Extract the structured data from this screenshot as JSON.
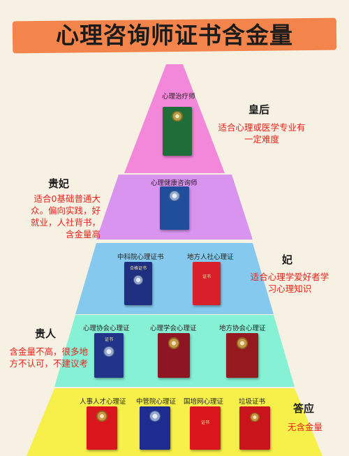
{
  "title": "心理咨询师证书含金量",
  "colors": {
    "title_band": "#f3844b",
    "tier1": "#f27ed9",
    "tier2": "#d58cf0",
    "tier3": "#7ec7ee",
    "tier4": "#7ff0d4",
    "tier5": "#f7ef42",
    "desc_text": "#e8231c"
  },
  "tiers": [
    {
      "rank": "皇后",
      "description": "适合心理或医学专业有一定难度",
      "certs": [
        {
          "label": "心理治疗师",
          "book_color": "#1f6e3a",
          "icon": "emblem-icon"
        }
      ]
    },
    {
      "rank": "贵妃",
      "description": "适合0基础普通大众。偏向实践，好就业，人社背书，含金量高",
      "certs": [
        {
          "label": "心理健康咨询师",
          "book_color": "#1f4f9c",
          "icon": "emblem-icon"
        }
      ]
    },
    {
      "rank": "妃",
      "description": "适合心理学爱好者学习心理知识",
      "certs": [
        {
          "label": "中科院心理证书",
          "book_color": "#1d2f7e",
          "icon": "emblem-icon",
          "cover_text": "合格证书"
        },
        {
          "label": "地方人社心理证",
          "book_color": "#d8202a",
          "icon": "seal-icon",
          "cover_text": "证书"
        }
      ]
    },
    {
      "rank": "贵人",
      "description": "含金量不高，很多地方不认可，不建议考",
      "certs": [
        {
          "label": "心理协会心理证",
          "book_color": "#22338a",
          "icon": "emblem-icon",
          "cover_text": "证书"
        },
        {
          "label": "心理学会心理证",
          "book_color": "#8e1622",
          "icon": "emblem-icon"
        },
        {
          "label": "地方协会心理证",
          "book_color": "#941a1f",
          "icon": "emblem-icon"
        }
      ]
    },
    {
      "rank": "答应",
      "description": "无含金量",
      "certs": [
        {
          "label": "人事人才心理证",
          "book_color": "#d8161c",
          "icon": "emblem-icon"
        },
        {
          "label": "中管院心理证",
          "book_color": "#1e2c8f",
          "icon": "emblem-icon"
        },
        {
          "label": "国培网心理证",
          "book_color": "#d8161c",
          "icon": "seal-icon",
          "cover_text": "证书"
        },
        {
          "label": "垃圾证书",
          "book_color": "#c8141a",
          "icon": "seal-icon"
        }
      ]
    }
  ]
}
